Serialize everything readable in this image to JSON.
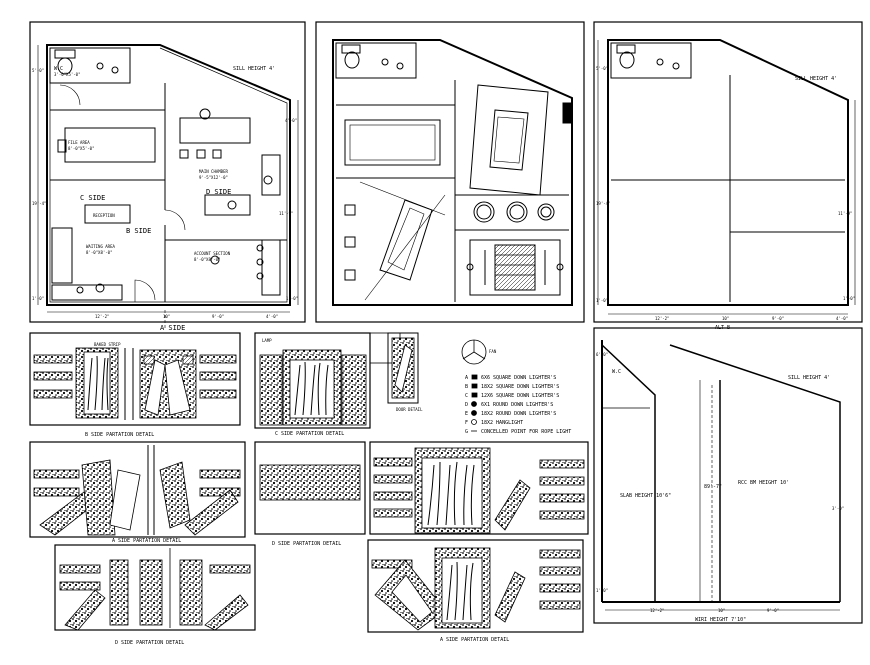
{
  "plan1": {
    "labels": {
      "wc": "W.C",
      "wc_dim": "3'-0\"X5'-0\"",
      "sill": "SILL HEIGHT 4'",
      "file_area": "FILE AREA",
      "file_dim": "8'-0\"X5'-0\"",
      "main_chamber": "MAIN CHAMBER",
      "main_dim": "9'-5\"X12'-0\"",
      "c_side": "C SIDE",
      "d_side": "D SIDE",
      "reception": "RECEPTION",
      "b_side": "B SIDE",
      "waiting": "WAITING AREA",
      "waiting_dim": "8'-0\"X8'-0\"",
      "account": "ACCOUNT SECTION",
      "account_dim": "8'-0\"X8'-0\"",
      "a_side": "A SIDE"
    },
    "dims": {
      "left_top": "5'-0\"",
      "left_mid": "19'-4\"",
      "left_bot": "1'-0\"",
      "right_top": "4'-0\"",
      "right_mid": "11'-9\"",
      "right_bot": "1'-0\"",
      "b1": "12'-2\"",
      "b2": "10\"",
      "b3": "9'-0\"",
      "b4": "4'-0\""
    }
  },
  "plan3": {
    "sill": "SILL HEIGHT 4'",
    "title": "ALT B",
    "dims": {
      "left_top": "5'-0\"",
      "left_mid": "19'-4\"",
      "left_bot": "1'-0\"",
      "right_mid": "11'-9\"",
      "right_bot": "1'-0\"",
      "b1": "12'-2\"",
      "b2": "10\"",
      "b3": "9'-0\"",
      "b4": "4'-0\""
    }
  },
  "section": {
    "wc": "W.C",
    "sill": "SILL HEIGHT 4'",
    "slab": "SLAB HEIGHT 10'6\"",
    "rcc": "RCC BM HEIGHT 10'",
    "rcc_dim": "89'-7\"",
    "wiri": "WIRI HEIGHT 7'10\"",
    "dims": {
      "top_left": "6'-0\"",
      "right_mid": "3'-0\"",
      "left_bot": "1'-0\"",
      "b1": "12'-2\"",
      "b2": "10\"",
      "b3": "9'-0\""
    }
  },
  "details": {
    "b_side": "B SIDE  PARTATION DETAIL",
    "c_side": "C SIDE  PARTATION DETAIL",
    "a_side_1": "A SIDE  PARTATION DETAIL",
    "d_side_1": "D SIDE  PARTATION DETAIL",
    "d_side_2": "D SIDE  PARTATION DETAIL",
    "a_side_2": "A SIDE  PARTATION DETAIL",
    "door_detail": "DOOR DETAIL"
  },
  "legend": {
    "fan": "FAN",
    "items": [
      "6X6 SQUARE  DOWN LIGHTER'S",
      "18X2 SQUARE  DOWN LIGHTER'S",
      "12X6 SQUARE  DOWN LIGHTER'S",
      "6X1 ROUND  DOWN LIGHTER'S",
      "18X2 ROUND  DOWN LIGHTER'S",
      "18X2  HANGLIGHT",
      "CONCELLED POINT FOR ROPE LIGHT"
    ],
    "symbols": [
      "A",
      "B",
      "C",
      "D",
      "E",
      "F",
      "G"
    ]
  },
  "tags": {
    "lamp": "LAMP",
    "baked_strip": "BAKED STRIP"
  }
}
